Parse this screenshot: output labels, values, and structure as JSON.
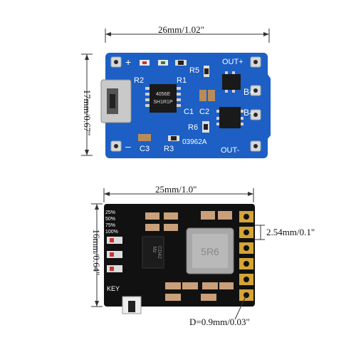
{
  "top_board": {
    "width_dim": "26mm/1.02\"",
    "height_dim": "17mm/0.67\"",
    "silk": {
      "plus": "+",
      "minus": "–",
      "out_plus": "OUT+",
      "out_minus": "OUT-",
      "b_plus": "B+",
      "b_minus": "B–",
      "r1": "R1",
      "r2": "R2",
      "r3": "R3",
      "r5": "R5",
      "r6": "R6",
      "c1": "C1",
      "c2": "C2",
      "c3": "C3",
      "code": "03962A",
      "chip_line1": "4056E",
      "chip_line2": "SH1R1P"
    },
    "colors": {
      "pcb": "#1d5fc4",
      "pad": "#d8d8d8",
      "chip": "#1a1a1a"
    }
  },
  "bottom_board": {
    "width_dim": "25mm/1.0\"",
    "height_dim": "16mm/0.64\"",
    "pitch_dim": "2.54mm/0.1\"",
    "hole_dim": "D=0.9mm/0.03\"",
    "silk": {
      "levels": [
        "25%",
        "50%",
        "75%",
        "100%"
      ],
      "key": "KEY",
      "chip_line1": "Mz",
      "chip_line2": "CD42",
      "inductor": "5R6"
    },
    "colors": {
      "pcb": "#111111",
      "pad": "#d4a437",
      "inductor": "#a8a8a8"
    }
  }
}
